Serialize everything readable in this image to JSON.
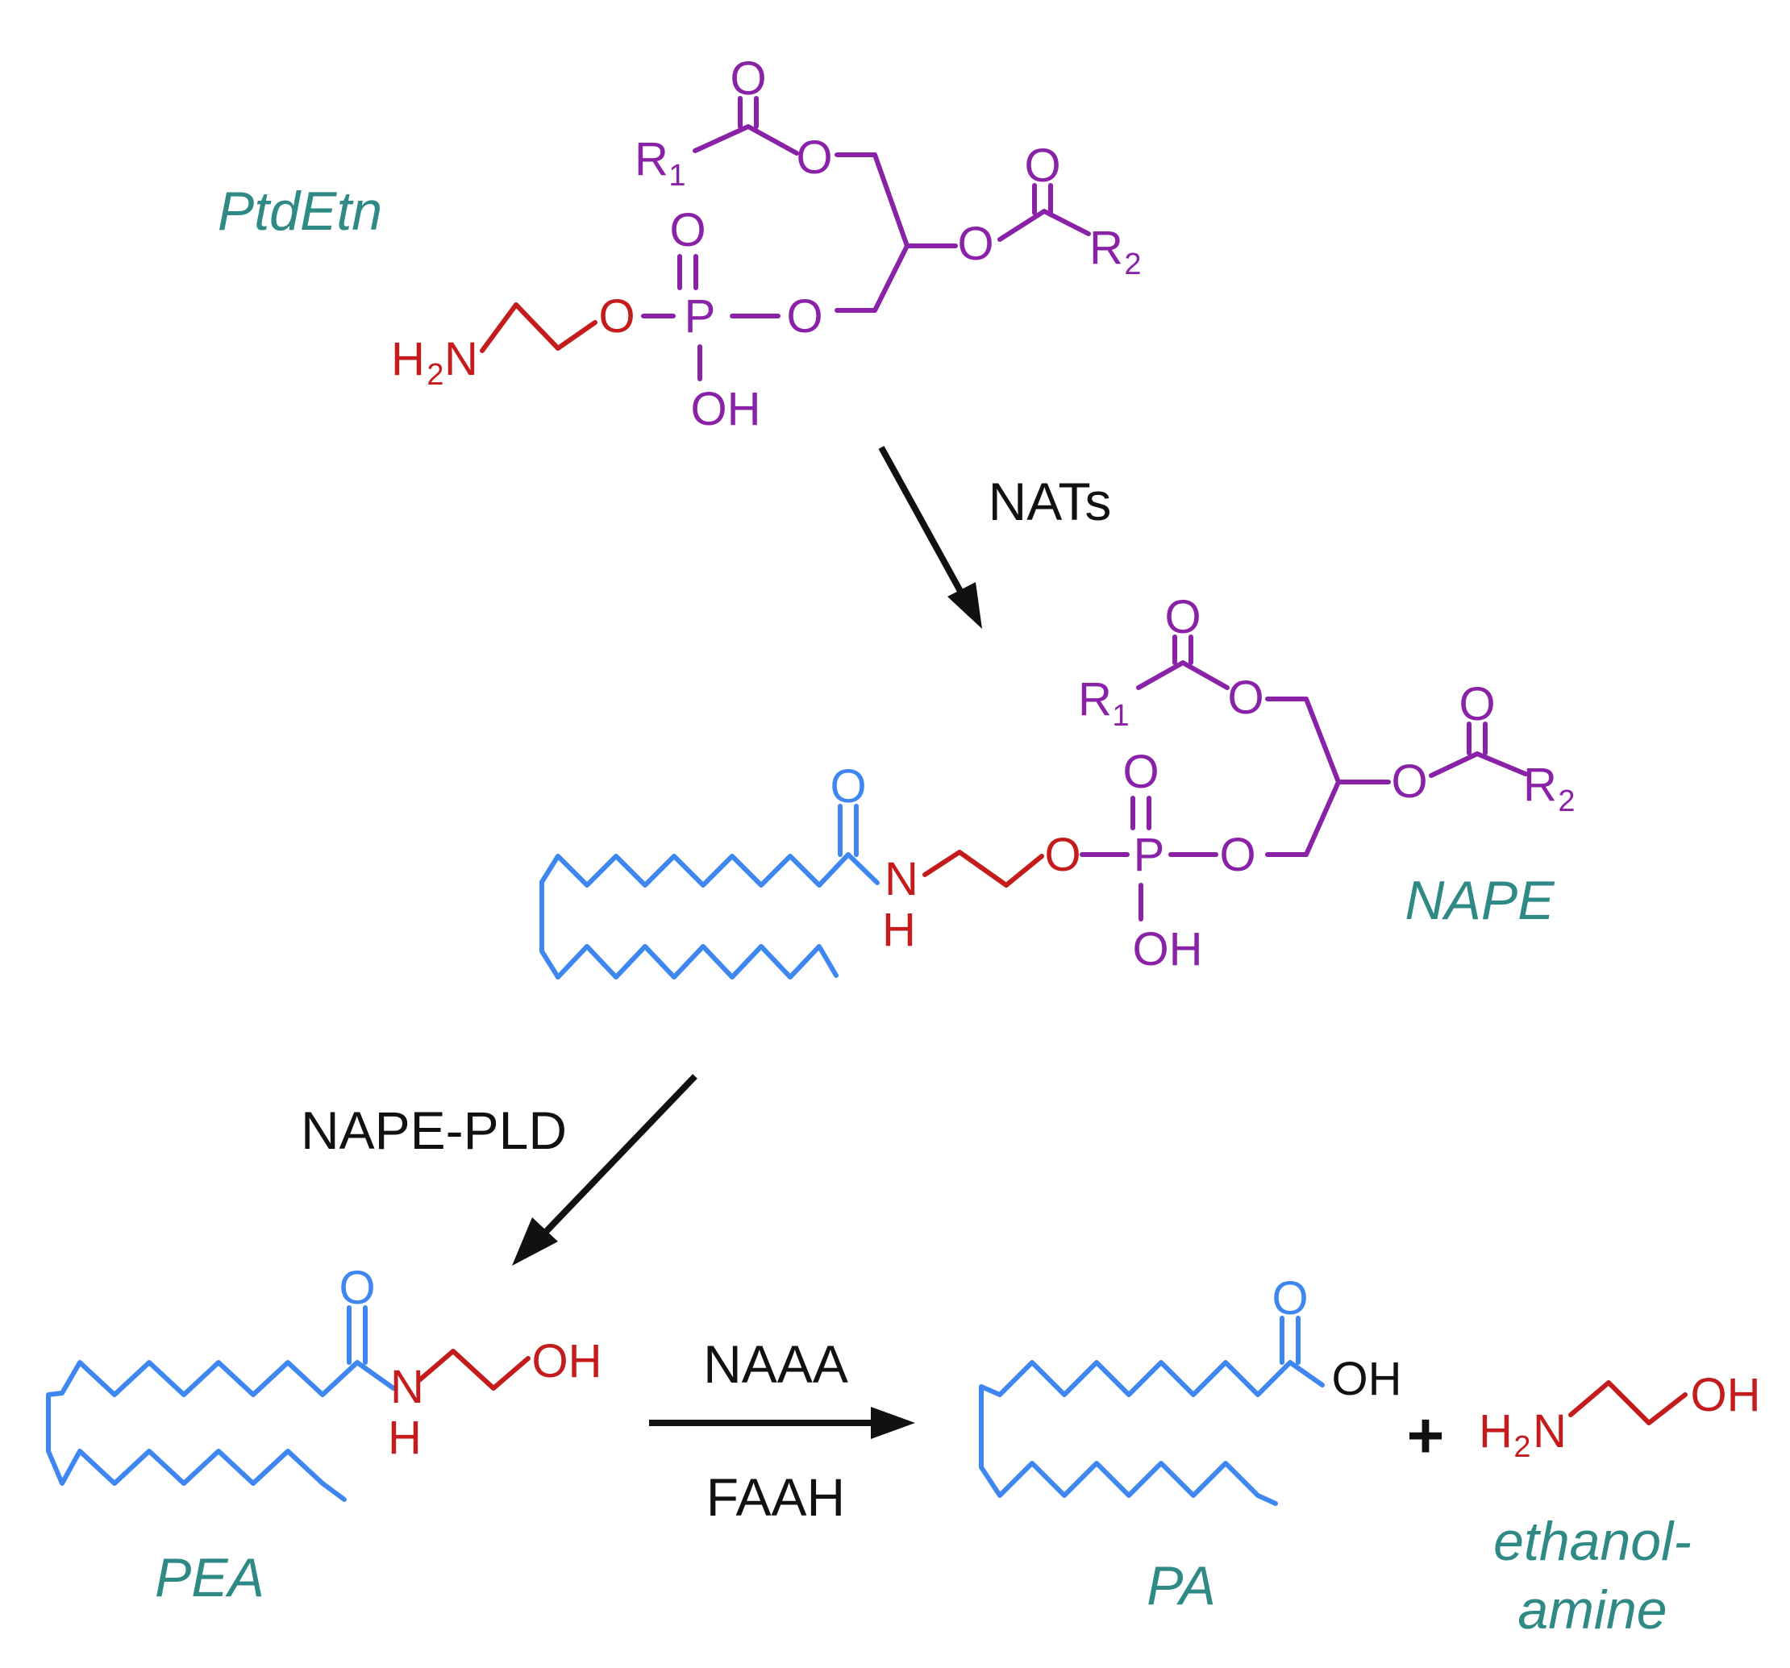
{
  "colors": {
    "lipid_backbone": "#8a22a8",
    "head_group": "#c41c1c",
    "acyl_chain": "#3f87f0",
    "compound_label": "#2f8a86",
    "enzyme_label": "#111111"
  },
  "compounds": {
    "ptdetn": "PtdEtn",
    "nape": "NAPE",
    "pea": "PEA",
    "pa": "PA",
    "ethanolamine_line1": "ethanol-",
    "ethanolamine_line2": "amine"
  },
  "enzymes": {
    "nats": "NATs",
    "nape_pld": "NAPE-PLD",
    "naaa": "NAAA",
    "faah": "FAAH"
  },
  "atoms": {
    "O": "O",
    "P": "P",
    "OH": "OH",
    "H": "H",
    "N": "N",
    "H2N_H": "H",
    "sub_2": "2",
    "sub_1": "1",
    "R": "R"
  },
  "plus": "+"
}
